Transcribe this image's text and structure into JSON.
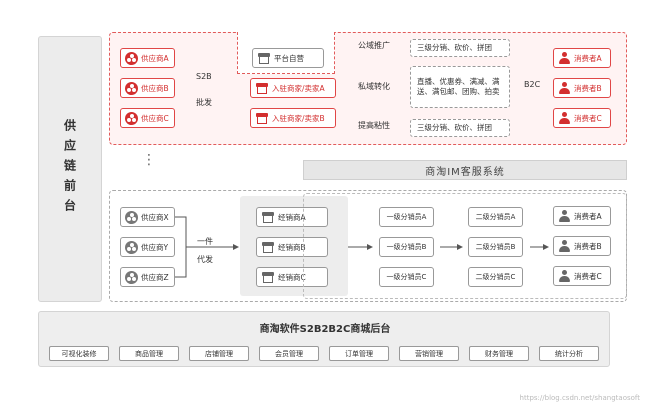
{
  "left_column": {
    "label": "供应链前台"
  },
  "top": {
    "suppliers": [
      "供应商A",
      "供应商B",
      "供应商C"
    ],
    "channel_label_1": "S2B",
    "channel_label_2": "批发",
    "platform": "平台自营",
    "merchants": [
      "入驻商家/卖家A",
      "入驻商家/卖家B"
    ],
    "strategies": [
      {
        "name": "公域推广",
        "content": "三级分销、砍价、拼团"
      },
      {
        "name": "私域转化",
        "content": "直播、优惠券、满减、满送、满包邮、团购、拍卖"
      },
      {
        "name": "提高粘性",
        "content": "三级分销、砍价、拼团"
      }
    ],
    "b2c_label": "B2C",
    "consumers": [
      "消费者A",
      "消费者B",
      "消费者C"
    ]
  },
  "ellipsis": "⋮",
  "im_bar": "商淘IM客服系统",
  "middle": {
    "suppliers": [
      "供应商X",
      "供应商Y",
      "供应商Z"
    ],
    "channel_label_1": "一件",
    "channel_label_2": "代发",
    "dealers": [
      "经销商A",
      "经销商B",
      "经销商C"
    ],
    "level1": [
      "一级分销员A",
      "一级分销员B",
      "一级分销员C"
    ],
    "level2": [
      "二级分销员A",
      "二级分销员B",
      "二级分销员C"
    ],
    "consumers": [
      "消费者A",
      "消费者B",
      "消费者C"
    ]
  },
  "bottom": {
    "title": "商淘软件S2B2B2C商城后台",
    "modules": [
      "可视化装修",
      "商品管理",
      "店铺管理",
      "会员管理",
      "订单管理",
      "营销管理",
      "财务管理",
      "统计分析"
    ]
  },
  "watermark": "https://blog.csdn.net/shangtaosoft",
  "colors": {
    "accent_red": "#d32f2f",
    "zone_fill": "#fff3f3",
    "gray_panel": "#ededed"
  }
}
